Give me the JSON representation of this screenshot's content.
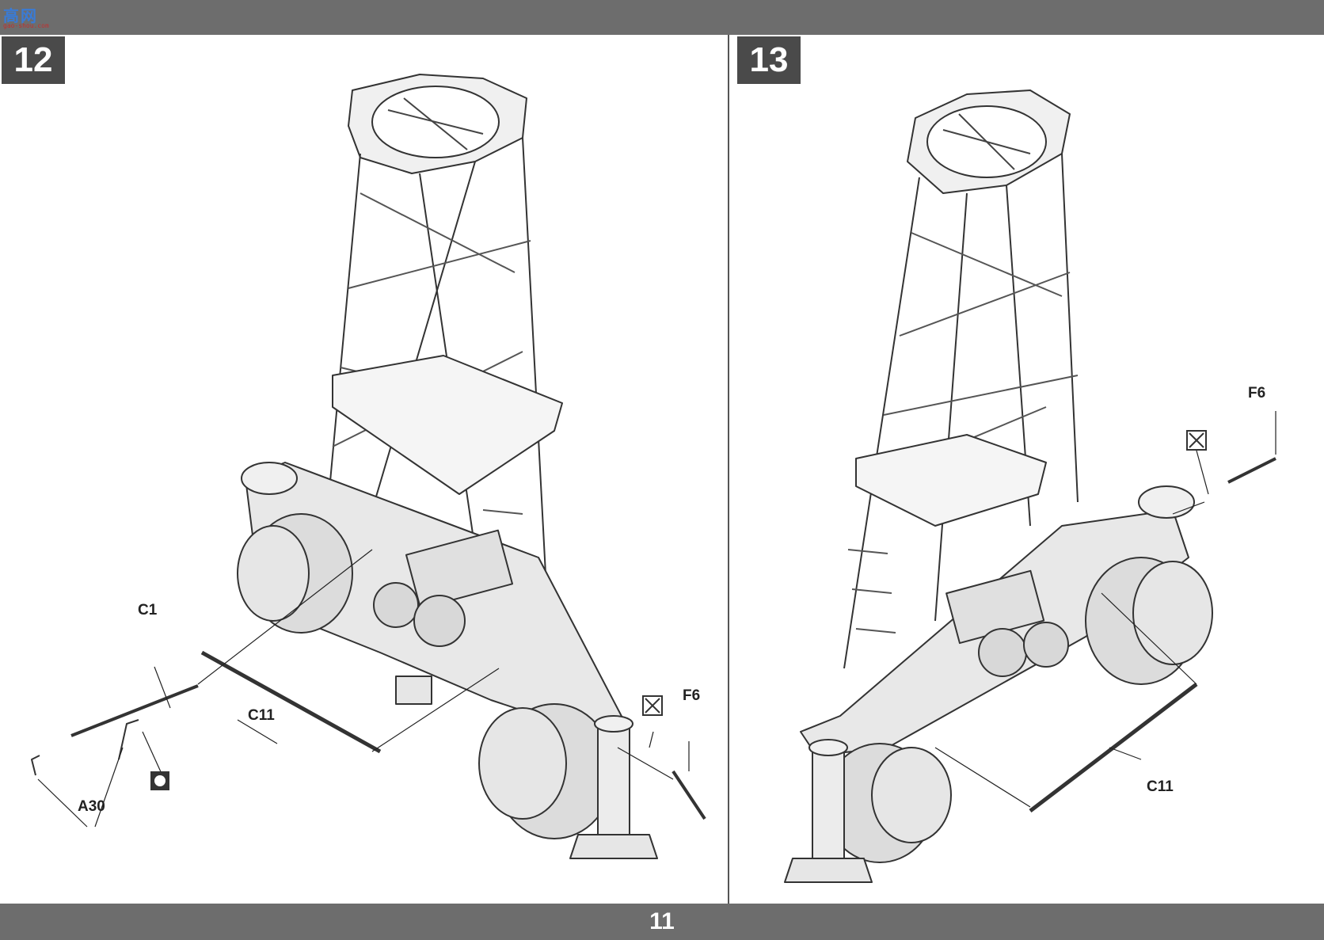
{
  "header": {
    "logo_text": "高网",
    "logo_url": "gao-shou.com"
  },
  "page_number": "11",
  "steps": [
    {
      "number": "12",
      "labels": {
        "c1": "C1",
        "c11": "C11",
        "a30": "A30",
        "f6": "F6"
      },
      "symbols": [
        "glue-symbol",
        "remove-part-symbol"
      ]
    },
    {
      "number": "13",
      "labels": {
        "f6": "F6",
        "c11": "C11"
      },
      "symbols": [
        "remove-part-symbol"
      ]
    }
  ]
}
